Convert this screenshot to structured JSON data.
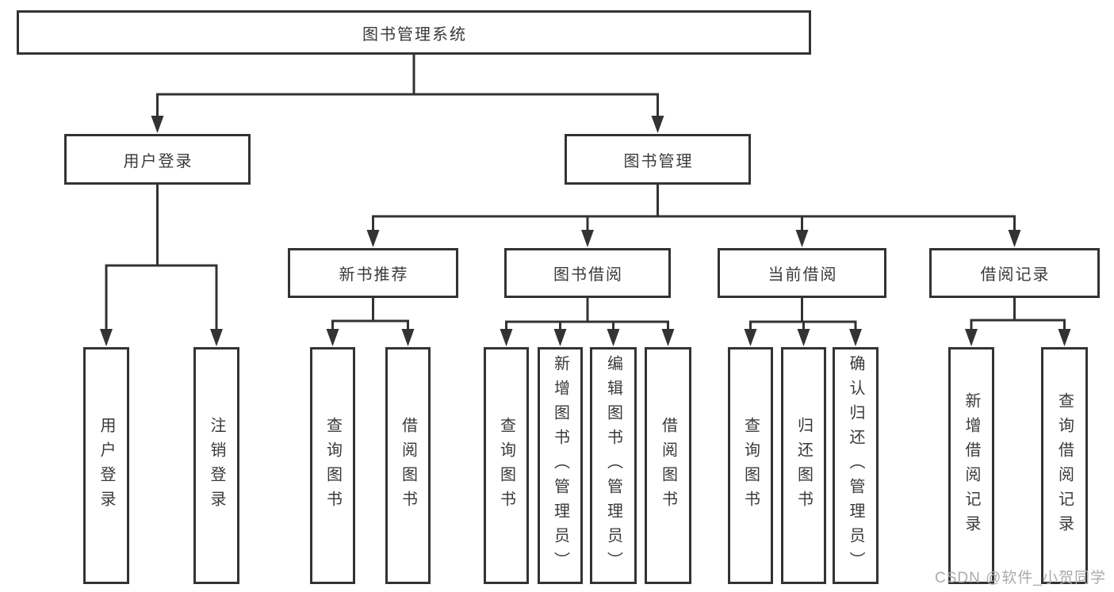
{
  "nodes": {
    "root": {
      "label": "图书管理系统"
    },
    "user_login": {
      "label": "用户登录"
    },
    "book_mgmt": {
      "label": "图书管理"
    },
    "new_book_rec": {
      "label": "新书推荐"
    },
    "book_borrow": {
      "label": "图书借阅"
    },
    "current_borrow": {
      "label": "当前借阅"
    },
    "borrow_record": {
      "label": "借阅记录"
    },
    "leaf_login": {
      "label": "用户登录"
    },
    "leaf_logout": {
      "label": "注销登录"
    },
    "leaf_nb_query": {
      "label": "查询图书"
    },
    "leaf_nb_borrow": {
      "label": "借阅图书"
    },
    "leaf_bb_query": {
      "label": "查询图书"
    },
    "leaf_bb_add": {
      "label": "新增图书（管理员）"
    },
    "leaf_bb_edit": {
      "label": "编辑图书（管理员）"
    },
    "leaf_bb_borrow": {
      "label": "借阅图书"
    },
    "leaf_cb_query": {
      "label": "查询图书"
    },
    "leaf_cb_return": {
      "label": "归还图书"
    },
    "leaf_cb_confirm": {
      "label": "确认归还（管理员）"
    },
    "leaf_br_add": {
      "label": "新增借阅记录"
    },
    "leaf_br_query": {
      "label": "查询借阅记录"
    }
  },
  "watermark": {
    "text": "CSDN @软件_小贺同学"
  },
  "colors": {
    "line": "#333333",
    "text": "#3a3a3a",
    "watermark": "#ababab",
    "background": "#ffffff"
  }
}
